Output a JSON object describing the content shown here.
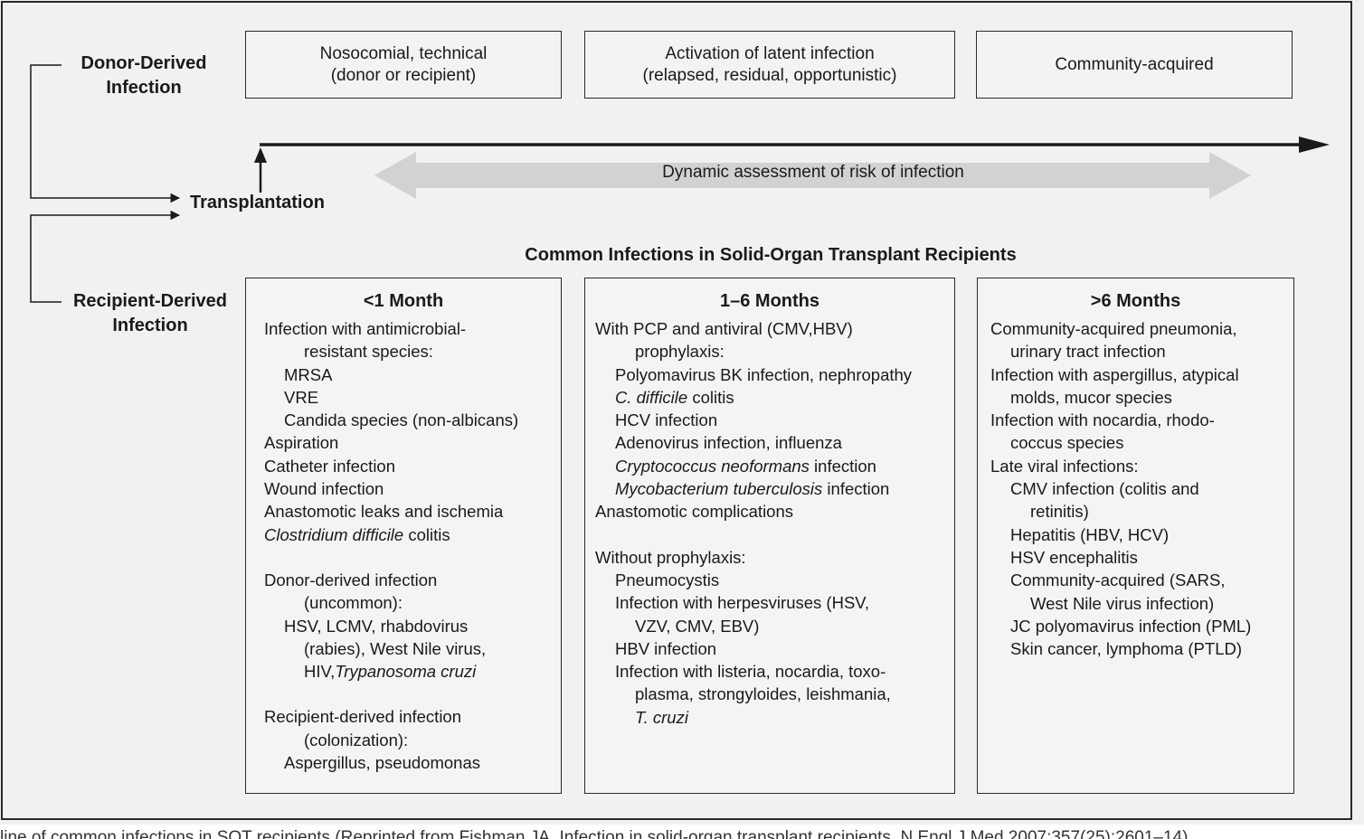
{
  "phases": {
    "nosocomial": {
      "line1": "Nosocomial, technical",
      "line2": "(donor or recipient)"
    },
    "activation": {
      "line1": "Activation of latent infection",
      "line2": "(relapsed, residual, opportunistic)"
    },
    "community": {
      "line1": "Community-acquired"
    }
  },
  "donor_label": {
    "line1": "Donor-Derived",
    "line2": "Infection"
  },
  "recipient_label": {
    "line1": "Recipient-Derived",
    "line2": "Infection"
  },
  "transplantation": "Transplantation",
  "risk_assessment": "Dynamic assessment of risk of infection",
  "common_title": "Common Infections in Solid-Organ Transplant Recipients",
  "columns": {
    "lt1": {
      "title": "<1 Month",
      "a1": "Infection with antimicrobial-",
      "a2": "resistant species:",
      "a3": "MRSA",
      "a4": "VRE",
      "a5": "Candida species (non-albicans)",
      "a6": "Aspiration",
      "a7": "Catheter infection",
      "a8": "Wound infection",
      "a9": "Anastomotic leaks and ischemia",
      "a10_italic": "Clostridium difficile",
      "a10_rest": " colitis",
      "b1": "Donor-derived infection",
      "b2": "(uncommon):",
      "b3": "HSV, LCMV, rhabdovirus",
      "b4": "(rabies), West Nile virus,",
      "b5_plain": "HIV,",
      "b5_italic": "Trypanosoma cruzi",
      "c1": "Recipient-derived infection",
      "c2": "(colonization):",
      "c3": "Aspergillus, pseudomonas"
    },
    "m1to6": {
      "title": "1–6 Months",
      "a1": "With PCP and antiviral (CMV,HBV)",
      "a2": "prophylaxis:",
      "a3": "Polyomavirus BK infection, nephropathy",
      "a4_italic": "C. difficile",
      "a4_rest": " colitis",
      "a5": "HCV infection",
      "a6": "Adenovirus infection, influenza",
      "a7_italic": "Cryptococcus neoformans",
      "a7_rest": " infection",
      "a8_italic": "Mycobacterium tuberculosis",
      "a8_rest": " infection",
      "a9": "Anastomotic complications",
      "b1": "Without prophylaxis:",
      "b2": "Pneumocystis",
      "b3": "Infection with herpesviruses (HSV,",
      "b4": "VZV, CMV, EBV)",
      "b5": "HBV infection",
      "b6": "Infection with listeria, nocardia, toxo-",
      "b7": "plasma, strongyloides, leishmania,",
      "b8_italic": "T. cruzi"
    },
    "gt6": {
      "title": ">6 Months",
      "a1": "Community-acquired pneumonia,",
      "a2": "urinary tract infection",
      "a3": "Infection with aspergillus, atypical",
      "a4": "molds, mucor species",
      "a5": "Infection with nocardia, rhodo-",
      "a6": "coccus species",
      "a7": "Late viral infections:",
      "a8": "CMV infection (colitis and",
      "a9": "retinitis)",
      "a10": "Hepatitis (HBV, HCV)",
      "a11": "HSV encephalitis",
      "a12": "Community-acquired (SARS,",
      "a13": "West Nile virus infection)",
      "a14": "JC polyomavirus infection (PML)",
      "a15": "Skin cancer, lymphoma (PTLD)"
    }
  },
  "caption": "line of common infections in SOT recipients (Reprinted from Fishman JA. Infection in solid-organ transplant recipients. N Engl J Med 2007;357(25):2601–14)",
  "colors": {
    "frame_bg": "#f1f1f1",
    "line": "#1a1a1a",
    "risk_arrow": "#d2d2d2"
  }
}
